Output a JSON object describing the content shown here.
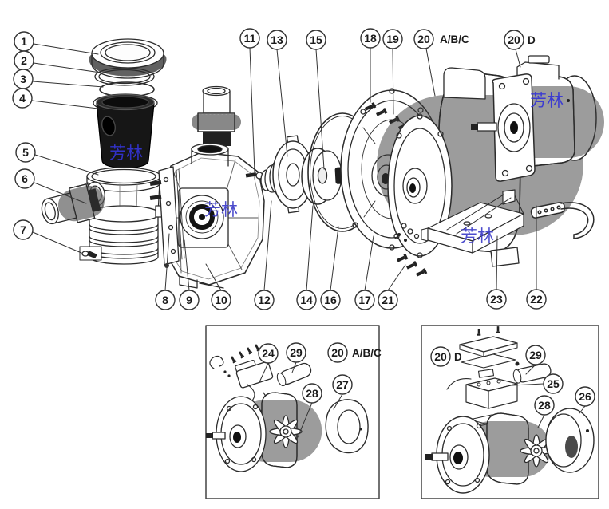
{
  "watermark": {
    "text": "芳林",
    "color": "#3434d6"
  },
  "palette": {
    "line": "#2b2b2b",
    "balloon_stroke": "#333333",
    "background": "#ffffff"
  },
  "callouts": {
    "main": [
      {
        "label": "1"
      },
      {
        "label": "2"
      },
      {
        "label": "3"
      },
      {
        "label": "4"
      },
      {
        "label": "5"
      },
      {
        "label": "6"
      },
      {
        "label": "7"
      },
      {
        "label": "8"
      },
      {
        "label": "9"
      },
      {
        "label": "10"
      },
      {
        "label": "11"
      },
      {
        "label": "12"
      },
      {
        "label": "13"
      },
      {
        "label": "14"
      },
      {
        "label": "15"
      },
      {
        "label": "16"
      },
      {
        "label": "17"
      },
      {
        "label": "18"
      },
      {
        "label": "19"
      },
      {
        "label": "20",
        "suffix": "A/B/C"
      },
      {
        "label": "20",
        "suffix": "D"
      },
      {
        "label": "21"
      },
      {
        "label": "22"
      },
      {
        "label": "23"
      }
    ],
    "box_abc": [
      {
        "label": "24"
      },
      {
        "label": "29"
      },
      {
        "label": "20",
        "suffix": "A/B/C"
      },
      {
        "label": "28"
      },
      {
        "label": "27"
      }
    ],
    "box_d": [
      {
        "label": "20",
        "suffix": "D"
      },
      {
        "label": "29"
      },
      {
        "label": "25"
      },
      {
        "label": "26"
      },
      {
        "label": "28"
      }
    ]
  }
}
